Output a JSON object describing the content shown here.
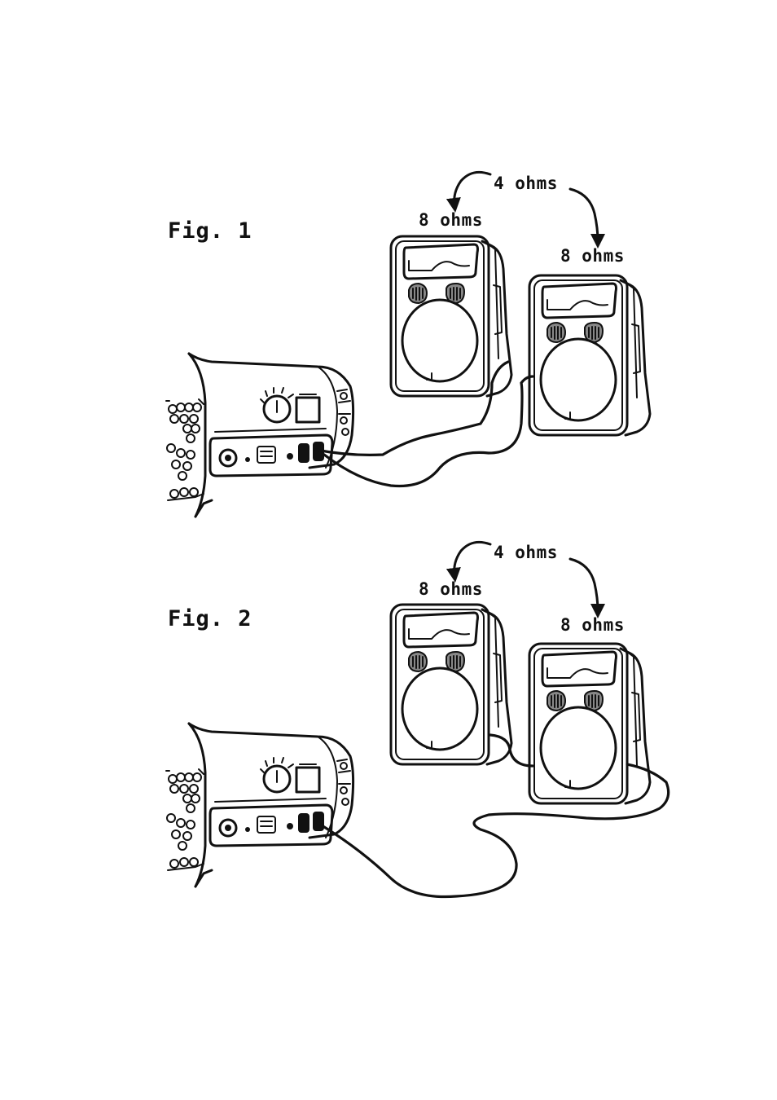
{
  "figures": [
    {
      "title": "Fig. 1",
      "total_label": "4 ohms",
      "speaker_left_label": "8 ohms",
      "speaker_right_label": "8 ohms"
    },
    {
      "title": "Fig. 2",
      "total_label": "4 ohms",
      "speaker_left_label": "8 ohms",
      "speaker_right_label": "8 ohms"
    }
  ],
  "colors": {
    "ink": "#111111",
    "background": "#ffffff"
  }
}
